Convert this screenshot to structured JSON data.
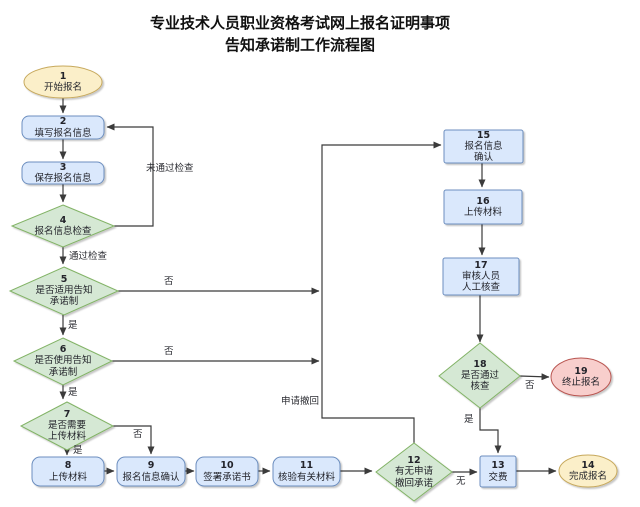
{
  "title": {
    "line1": "专业技术人员职业资格考试网上报名证明事项",
    "line2": "告知承诺制工作流程图"
  },
  "colors": {
    "yellow_fill": "#FBEFC9",
    "yellow_border": "#C7A95D",
    "blue_fill": "#DAE8FC",
    "blue_border": "#6C8EBF",
    "green_fill": "#D5E8D4",
    "green_border": "#82B366",
    "pink_fill": "#F8CECC",
    "pink_border": "#B85450",
    "line_color": "#3b3b3b"
  },
  "nodes": {
    "n1": {
      "num": "1",
      "label": "开始报名"
    },
    "n2": {
      "num": "2",
      "label": "填写报名信息"
    },
    "n3": {
      "num": "3",
      "label": "保存报名信息"
    },
    "n4": {
      "num": "4",
      "label": "报名信息检查"
    },
    "n5": {
      "num": "5",
      "label": "是否适用告知\n承诺制"
    },
    "n6": {
      "num": "6",
      "label": "是否使用告知\n承诺制"
    },
    "n7": {
      "num": "7",
      "label": "是否需要\n上传材料"
    },
    "n8": {
      "num": "8",
      "label": "上传材料"
    },
    "n9": {
      "num": "9",
      "label": "报名信息确认"
    },
    "n10": {
      "num": "10",
      "label": "签署承诺书"
    },
    "n11": {
      "num": "11",
      "label": "核验有关材料"
    },
    "n12": {
      "num": "12",
      "label": "有无申请\n撤回承诺"
    },
    "n13": {
      "num": "13",
      "label": "交费"
    },
    "n14": {
      "num": "14",
      "label": "完成报名"
    },
    "n15": {
      "num": "15",
      "label": "报名信息\n确认"
    },
    "n16": {
      "num": "16",
      "label": "上传材料"
    },
    "n17": {
      "num": "17",
      "label": "审核人员\n人工核查"
    },
    "n18": {
      "num": "18",
      "label": "是否通过\n核查"
    },
    "n19": {
      "num": "19",
      "label": "终止报名"
    }
  },
  "edge_labels": {
    "fail_check": "未通过检查",
    "pass_check": "通过检查",
    "yes_5": "是",
    "no_5": "否",
    "yes_6": "是",
    "no_6": "否",
    "yes_7": "是",
    "no_7": "否",
    "withdraw": "申请撤回",
    "no_12": "无",
    "yes_18": "是",
    "no_18": "否"
  }
}
